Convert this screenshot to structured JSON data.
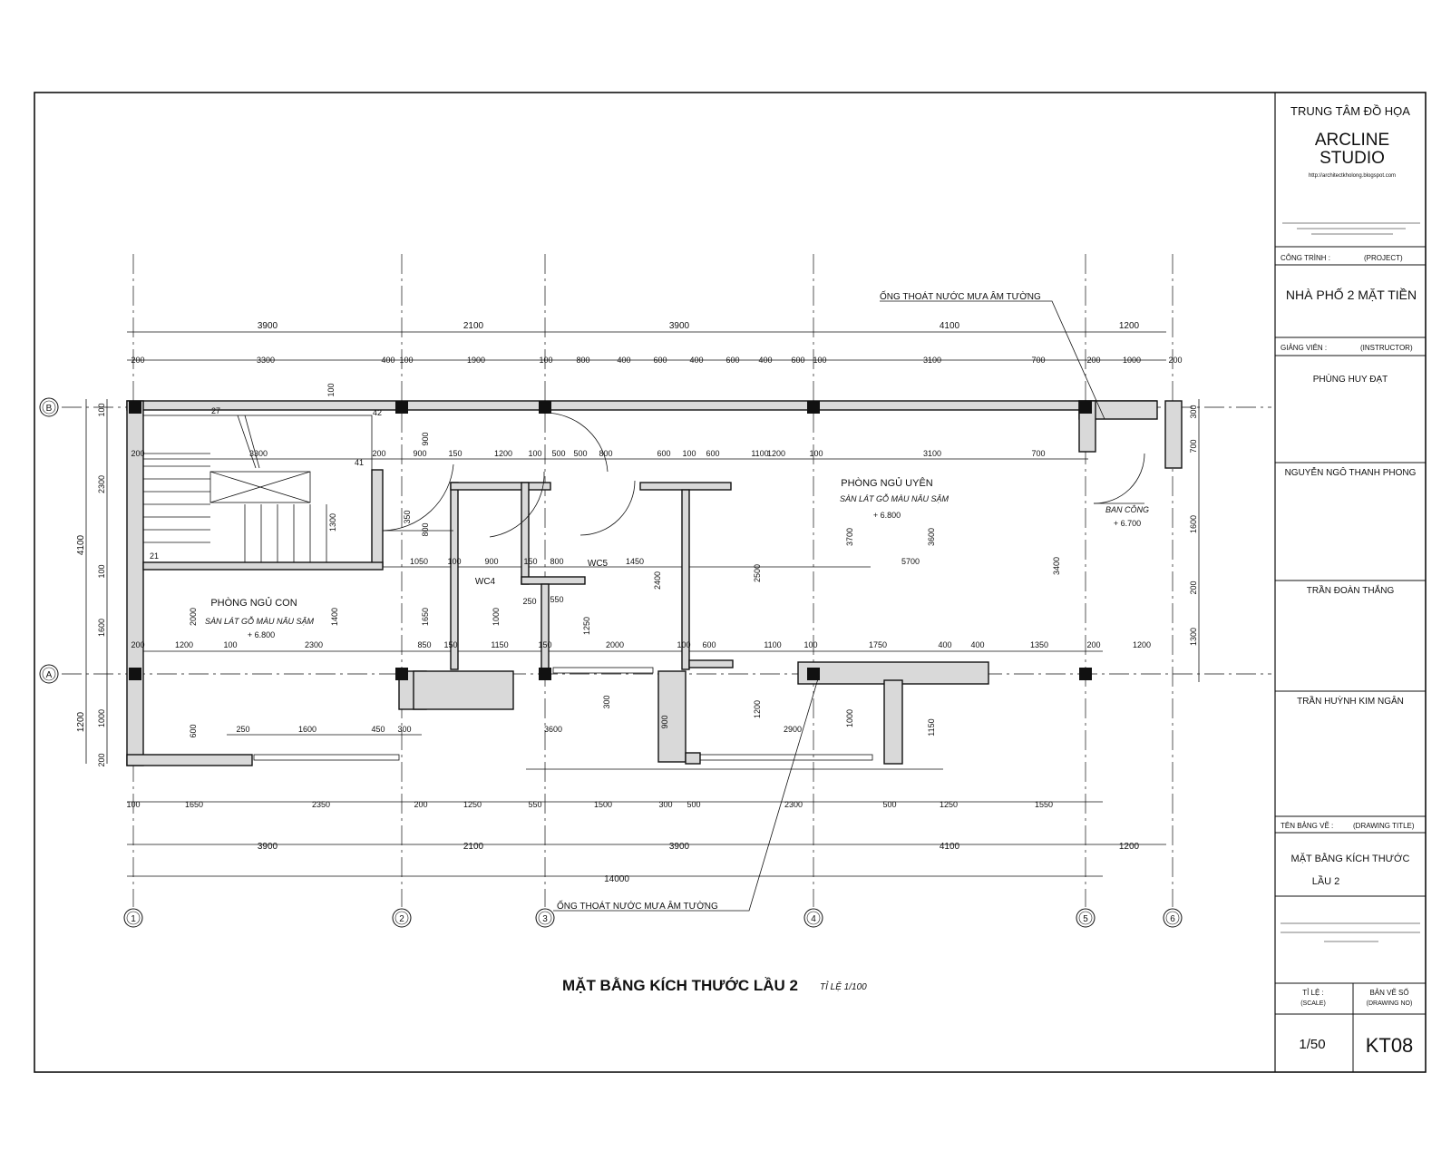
{
  "title_block": {
    "center_name": "TRUNG TÂM ĐỒ HỌA",
    "brand_line1": "ARCLINE",
    "brand_line2": "STUDIO",
    "website": "http://architectkholong.blogspot.com",
    "project_label": "CÔNG TRÌNH :",
    "project_hint": "(PROJECT)",
    "project_name": "NHÀ PHỐ 2 MẶT TIỀN",
    "instructor_label": "GIẢNG VIÊN :",
    "instructor_hint": "(INSTRUCTOR)",
    "instructor": "PHÙNG HUY ĐẠT",
    "student_1": "NGUYỄN NGÔ THANH PHONG",
    "student_2": "TRẦN ĐOÀN THẮNG",
    "student_3": "TRẦN HUỲNH KIM NGÂN",
    "drawing_name_label": "TÊN BẢNG VẼ :",
    "drawing_name_hint": "(DRAWING TITLE)",
    "drawing_name_1": "MẶT BẰNG KÍCH THƯỚC",
    "drawing_name_2": "LẦU 2",
    "scale_label": "TỈ LỆ :",
    "scale_hint": "(SCALE)",
    "sheet_label": "BẢN VẼ SỐ",
    "sheet_hint": "(DRAWING NO)",
    "scale_value": "1/50",
    "sheet_no": "KT08"
  },
  "drawing": {
    "title": "MẶT BẰNG KÍCH THƯỚC LẦU 2",
    "scale": "TỈ LỆ 1/100",
    "pipe_note_top": "ỐNG THOÁT NƯỚC MƯA ÂM TƯỜNG",
    "pipe_note_bottom": "ỐNG THOÁT NƯỚC MƯA ÂM TƯỜNG",
    "rooms": {
      "room_kid": "PHÒNG NGỦ CON",
      "room_kid_floor": "SÀN LÁT GỖ MÀU NÂU SẬM",
      "room_kid_level": "+ 6.800",
      "room_uyen": "PHÒNG NGỦ UYÊN",
      "room_uyen_floor": "SÀN LÁT GỖ MÀU NÂU SẬM",
      "room_uyen_level": "+ 6.800",
      "balcony": "BAN CÔNG",
      "balcony_level": "+ 6.700",
      "wc4": "WC4",
      "wc5": "WC5"
    },
    "grid_x": [
      "1",
      "2",
      "3",
      "4",
      "5",
      "6"
    ],
    "grid_y": [
      "B",
      "A"
    ],
    "dim_top_main": [
      "3900",
      "2100",
      "3900",
      "4100",
      "1200"
    ],
    "dim_top_detail": [
      "200",
      "3300",
      "400",
      "100",
      "1900",
      "100",
      "800",
      "400",
      "600",
      "400",
      "600",
      "400",
      "600",
      "100",
      "3100",
      "700",
      "200",
      "1000",
      "200"
    ],
    "dim_bottom_detail": [
      "100",
      "1650",
      "2350",
      "200",
      "1250",
      "550",
      "1500",
      "300",
      "500",
      "2300",
      "500",
      "1250",
      "1550"
    ],
    "dim_bottom_main": [
      "3900",
      "2100",
      "3900",
      "4100",
      "1200"
    ],
    "dim_total": "14000",
    "dim_left_outer": "4100",
    "dim_left_outer2": "1200",
    "dim_left_inner": [
      "100",
      "2300",
      "100",
      "1600",
      "1000",
      "200"
    ],
    "dim_right": [
      "300",
      "700",
      "1600",
      "200",
      "1300"
    ],
    "dim_mid_row1": [
      "200",
      "3300",
      "200",
      "900",
      "150",
      "1200",
      "100",
      "500",
      "500",
      "800",
      "600",
      "100",
      "600",
      "1100",
      "1200",
      "100",
      "3100",
      "700"
    ],
    "dim_mid_row2": [
      "1050",
      "100",
      "900",
      "150",
      "800",
      "1450",
      "5700"
    ],
    "dim_mid_row3": [
      "200",
      "1200",
      "100",
      "2300",
      "850",
      "150",
      "1150",
      "150",
      "2000",
      "100",
      "600",
      "1100",
      "100",
      "1750",
      "400",
      "400",
      "1350",
      "200",
      "1200"
    ],
    "dim_mid_row4": [
      "250",
      "1600",
      "450",
      "300",
      "3600",
      "2900"
    ],
    "dim_misc": [
      "100",
      "250",
      "550",
      "27",
      "42",
      "41",
      "21",
      "900",
      "800",
      "350",
      "1300",
      "1650",
      "1400",
      "1000",
      "1250",
      "2400",
      "2500",
      "3700",
      "3600",
      "3400",
      "2000",
      "1200",
      "1000",
      "1150",
      "600",
      "300",
      "900"
    ]
  }
}
